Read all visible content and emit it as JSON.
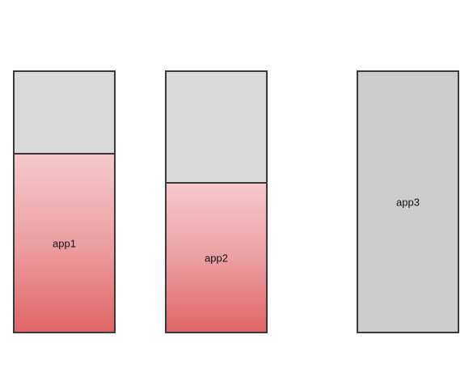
{
  "colors": {
    "border": "#3a3a3a",
    "empty": "#d9d9d9",
    "empty_app3": "#cccccc",
    "fill_top": "#f6c9cb",
    "fill_bottom": "#e06566"
  },
  "apps": [
    {
      "label": "app1",
      "fill_fraction": 0.69
    },
    {
      "label": "app2",
      "fill_fraction": 0.575
    },
    {
      "label": "app3",
      "fill_fraction": 0
    }
  ]
}
